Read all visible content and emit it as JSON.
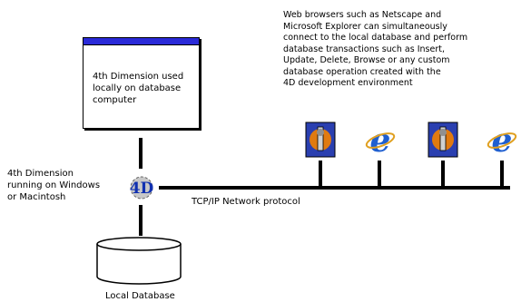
{
  "window_box": {
    "text": "4th Dimension used\nlocally on database\ncomputer"
  },
  "server_label": "4th Dimension\nrunning on Windows\nor Macintosh",
  "network_label": "TCP/IP Network protocol",
  "database_label": "Local Database",
  "description": "Web browsers such as Netscape and\nMicrosoft Explorer can simultaneously\nconnect to the local database and perform\ndatabase transactions such as Insert,\nUpdate, Delete, Browse or any custom\ndatabase operation created with the\n4D development environment",
  "icons": [
    "netscape-icon",
    "internet-explorer-icon",
    "netscape-icon",
    "internet-explorer-icon",
    "4d-server-icon",
    "database-cylinder-icon"
  ],
  "colors": {
    "window_titlebar": "#2a2ad8",
    "ie_blue": "#1f5fd0",
    "netscape_orange": "#e07a10",
    "wire": "#000000"
  }
}
